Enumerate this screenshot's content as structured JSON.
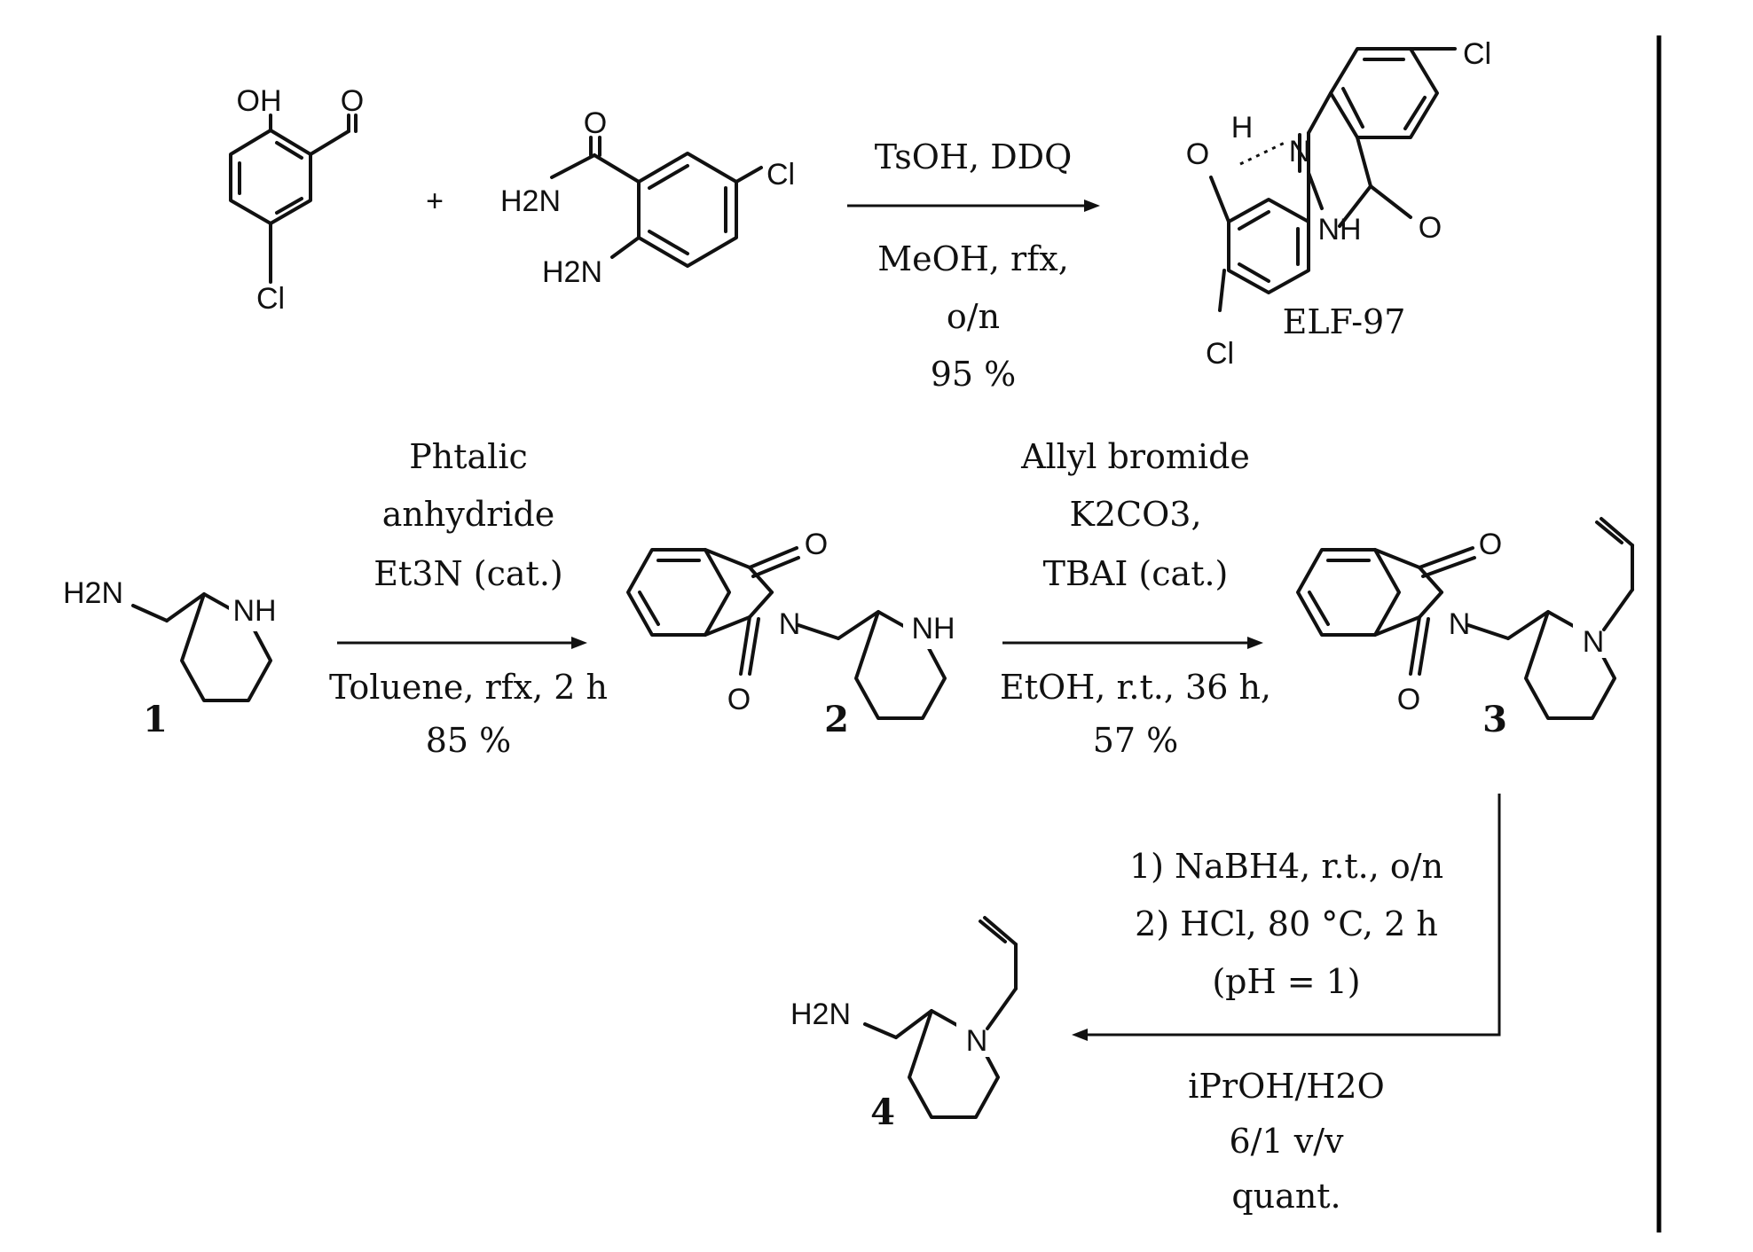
{
  "atoms": {
    "oh": "OH",
    "o": "O",
    "cl": "Cl",
    "h2n": "H2N",
    "nh": "NH",
    "n": "N",
    "h": "H",
    "plus": "+"
  },
  "compounds": {
    "elf97": "ELF-97",
    "c1": "1",
    "c2": "2",
    "c3": "3",
    "c4": "4"
  },
  "reactions": {
    "r1": {
      "above": [
        "TsOH, DDQ"
      ],
      "below": [
        "MeOH, rfx,",
        "o/n",
        "95 %"
      ]
    },
    "r2": {
      "above": [
        "Phtalic",
        "anhydride",
        "Et3N (cat.)"
      ],
      "below": [
        "Toluene, rfx, 2 h",
        "85 %"
      ]
    },
    "r3": {
      "above": [
        "Allyl bromide",
        "K2CO3,",
        "TBAI (cat.)"
      ],
      "below": [
        "EtOH, r.t., 36 h,",
        "57 %"
      ]
    },
    "r4": {
      "above": [
        "1) NaBH4, r.t., o/n",
        "2) HCl, 80 °C, 2 h",
        "(pH = 1)"
      ],
      "below": [
        "iPrOH/H2O",
        "6/1 v/v",
        "quant."
      ]
    }
  }
}
